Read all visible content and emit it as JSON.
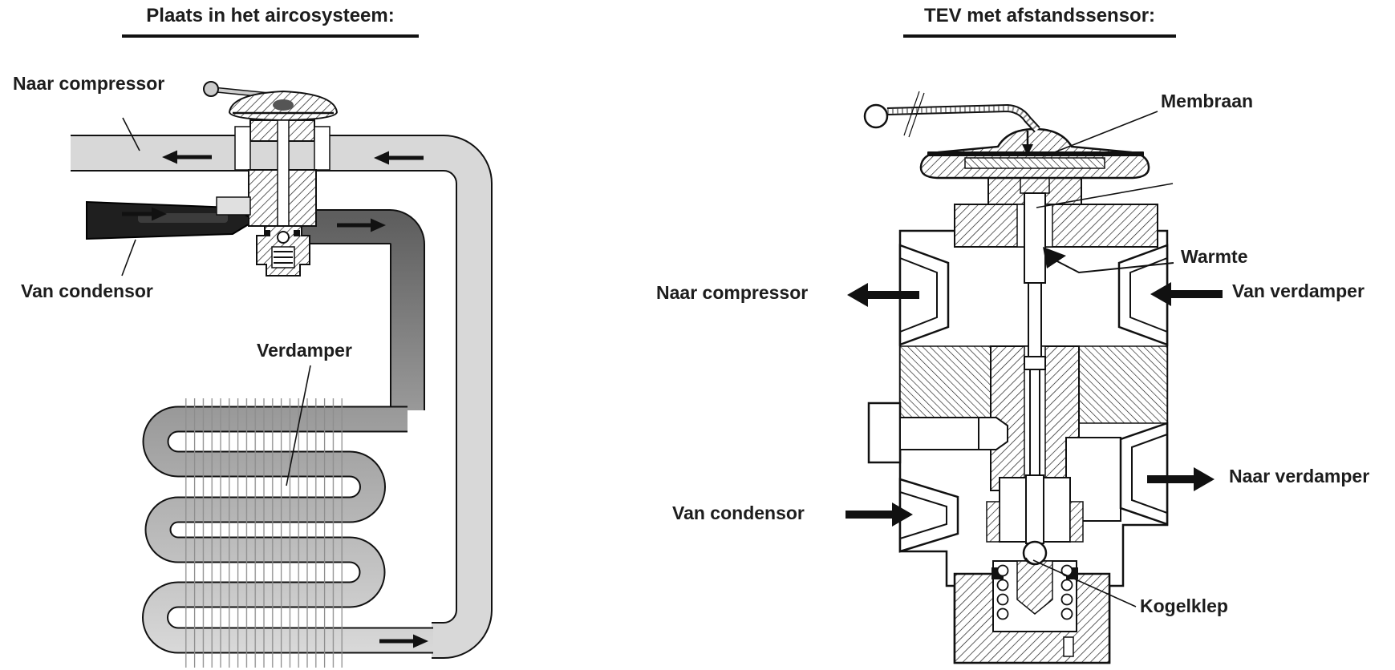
{
  "figure": {
    "left_panel": {
      "title": "Plaats in het aircosysteem:",
      "labels": {
        "naar_compressor": "Naar compressor",
        "van_condensor": "Van condensor",
        "verdamper": "Verdamper"
      }
    },
    "right_panel": {
      "title": "TEV met afstandssensor:",
      "labels": {
        "membraan": "Membraan",
        "warmte": "Warmte",
        "naar_compressor": "Naar compressor",
        "van_verdamper": "Van verdamper",
        "naar_verdamper": "Naar verdamper",
        "van_condensor": "Van condensor",
        "kogelklep": "Kogelklep"
      }
    },
    "colors": {
      "background": "#ffffff",
      "line": "#111111",
      "text": "#1d1d1d",
      "pipe_light_gray": "#d8d8d8",
      "pipe_dark_inlet": "#1f1f1f",
      "coil_hot_gray": "#5e5e5e",
      "coil_cold_gray": "#d9d9d9",
      "fin_gray": "#8d8d8d"
    }
  }
}
